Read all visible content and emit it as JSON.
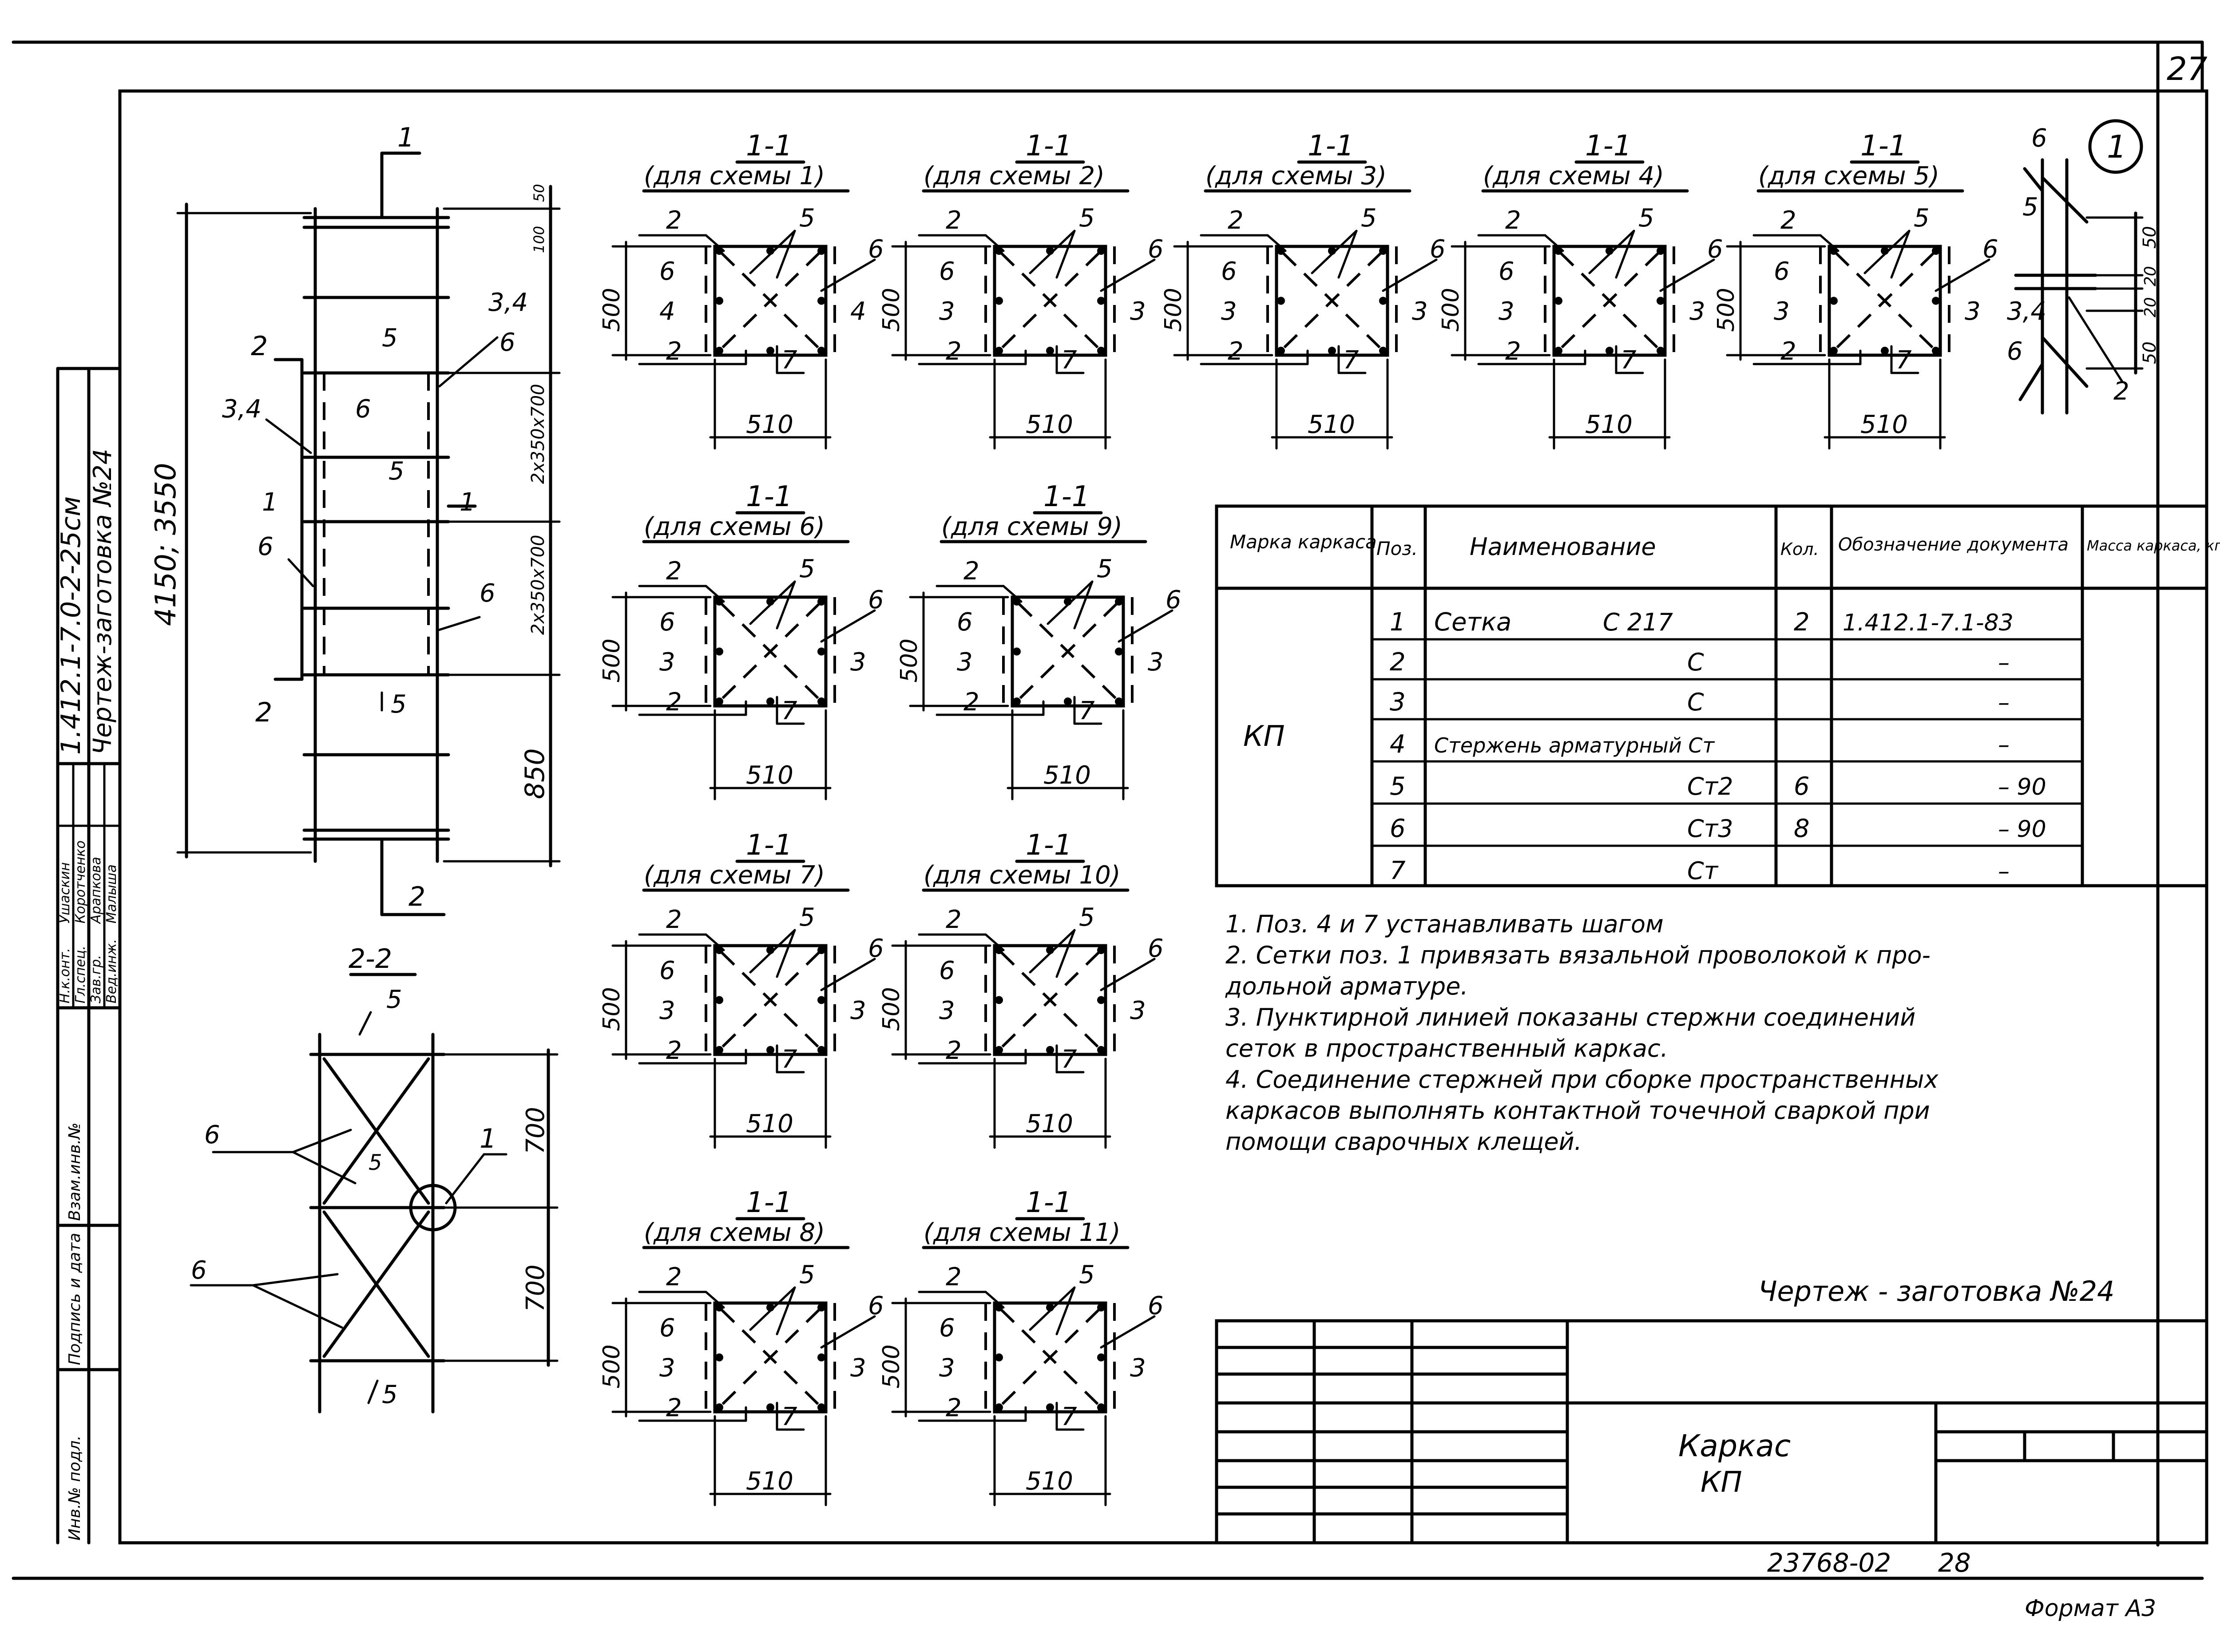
{
  "sheet_number": "27",
  "side_stamp": {
    "doc_code": "1.412.1-7.0-2-25см",
    "title": "Чертеж-заготовка №24",
    "roles": [
      "Н.к.онт.",
      "Гл.спец.",
      "Зав.гр.",
      "Вед.инж."
    ],
    "names": [
      "Ушаскин",
      "Коротченко",
      "Арапкова",
      "Малыша"
    ],
    "fields": [
      "Инв.№ подл.",
      "Подпись и дата",
      "Взам.инв.№"
    ]
  },
  "elevation": {
    "dims": {
      "overall": "4150; 3550",
      "grid_upper": "2x350x700",
      "grid_lower": "2x350x700",
      "bottom": "850",
      "top_100": "100",
      "top_50": "50"
    },
    "callouts": {
      "c1": "1",
      "c2": "2",
      "c2b": "2",
      "c5a": "5",
      "c5b": "5",
      "c5c": "5",
      "c34a": "3,4",
      "c34b": "3,4",
      "c6a": "6",
      "c6b": "6",
      "c6c": "6",
      "c6d": "6",
      "c2bot": "2",
      "sec1": "1",
      "sec1b": "1"
    }
  },
  "section_2_2": {
    "title": "2-2",
    "dims": {
      "d1": "700",
      "d2": "700"
    },
    "callouts": {
      "c5top": "5",
      "c6a": "6",
      "c5mid": "5",
      "c1": "1",
      "c6b": "6",
      "c5bot": "5"
    }
  },
  "sections": [
    {
      "title": "1-1",
      "subtitle": "(для схемы 1)",
      "side_left": "4",
      "side_right": "4"
    },
    {
      "title": "1-1",
      "subtitle": "(для схемы 2)",
      "side_left": "3",
      "side_right": "3"
    },
    {
      "title": "1-1",
      "subtitle": "(для схемы 3)",
      "side_left": "3",
      "side_right": "3"
    },
    {
      "title": "1-1",
      "subtitle": "(для схемы 4)",
      "side_left": "3",
      "side_right": "3"
    },
    {
      "title": "1-1",
      "subtitle": "(для схемы 5)",
      "side_left": "3",
      "side_right": "3"
    },
    {
      "title": "1-1",
      "subtitle": "(для схемы 6)",
      "side_left": "3",
      "side_right": "3"
    },
    {
      "title": "1-1",
      "subtitle": "(для схемы 9)",
      "side_left": "3",
      "side_right": "3"
    },
    {
      "title": "1-1",
      "subtitle": "(для схемы 7)",
      "side_left": "3",
      "side_right": "3"
    },
    {
      "title": "1-1",
      "subtitle": "(для схемы 10)",
      "side_left": "3",
      "side_right": "3"
    },
    {
      "title": "1-1",
      "subtitle": "(для схемы 8)",
      "side_left": "3",
      "side_right": "3"
    },
    {
      "title": "1-1",
      "subtitle": "(для схемы 11)",
      "side_left": "3",
      "side_right": "3"
    }
  ],
  "section_labels": {
    "height": "500",
    "width": "510",
    "top_left": "2",
    "top_mid": "5",
    "right": "6",
    "left": "6",
    "bottom_left": "2",
    "bottom_mid": "7"
  },
  "detail_1": {
    "marker": "1",
    "labels": {
      "l6a": "6",
      "l5": "5",
      "l34": "3,4",
      "l6b": "6",
      "l2": "2",
      "d50a": "50",
      "d20a": "20",
      "d20b": "20",
      "d50b": "50"
    }
  },
  "spec_table": {
    "headers": [
      "Марка каркаса",
      "Поз.",
      "Наименование",
      "Кол.",
      "Обозначение документа",
      "Масса каркаса, кг"
    ],
    "mark": "КП",
    "rows": [
      {
        "pos": "1",
        "name": "Сетка",
        "name2": "С 217",
        "qty": "2",
        "doc": "1.412.1-7.1-83"
      },
      {
        "pos": "2",
        "name": "",
        "name2": "С",
        "qty": "",
        "doc": "–"
      },
      {
        "pos": "3",
        "name": "",
        "name2": "С",
        "qty": "",
        "doc": "–"
      },
      {
        "pos": "4",
        "name": "Стержень арматурный Ст",
        "name2": "",
        "qty": "",
        "doc": "–"
      },
      {
        "pos": "5",
        "name": "",
        "name2": "Ст2",
        "qty": "6",
        "doc": "– 90"
      },
      {
        "pos": "6",
        "name": "",
        "name2": "Ст3",
        "qty": "8",
        "doc": "– 90"
      },
      {
        "pos": "7",
        "name": "",
        "name2": "Ст",
        "qty": "",
        "doc": "–"
      }
    ]
  },
  "notes": [
    "1. Поз. 4 и 7 устанавливать шагом",
    "2. Сетки поз. 1 привязать вязальной проволокой к про-",
    "дольной арматуре.",
    "3. Пунктирной линией показаны стержни соединений",
    "сеток в пространственный каркас.",
    "4. Соединение стержней при сборке пространственных",
    "каркасов выполнять контактной точечной сваркой при",
    "помощи сварочных клещей."
  ],
  "drawing_title": "Чертеж - заготовка №24",
  "title_block": {
    "name_line1": "Каркас",
    "name_line2": "КП"
  },
  "footer": {
    "code": "23768-02",
    "page": "28",
    "format": "Формат А3"
  }
}
